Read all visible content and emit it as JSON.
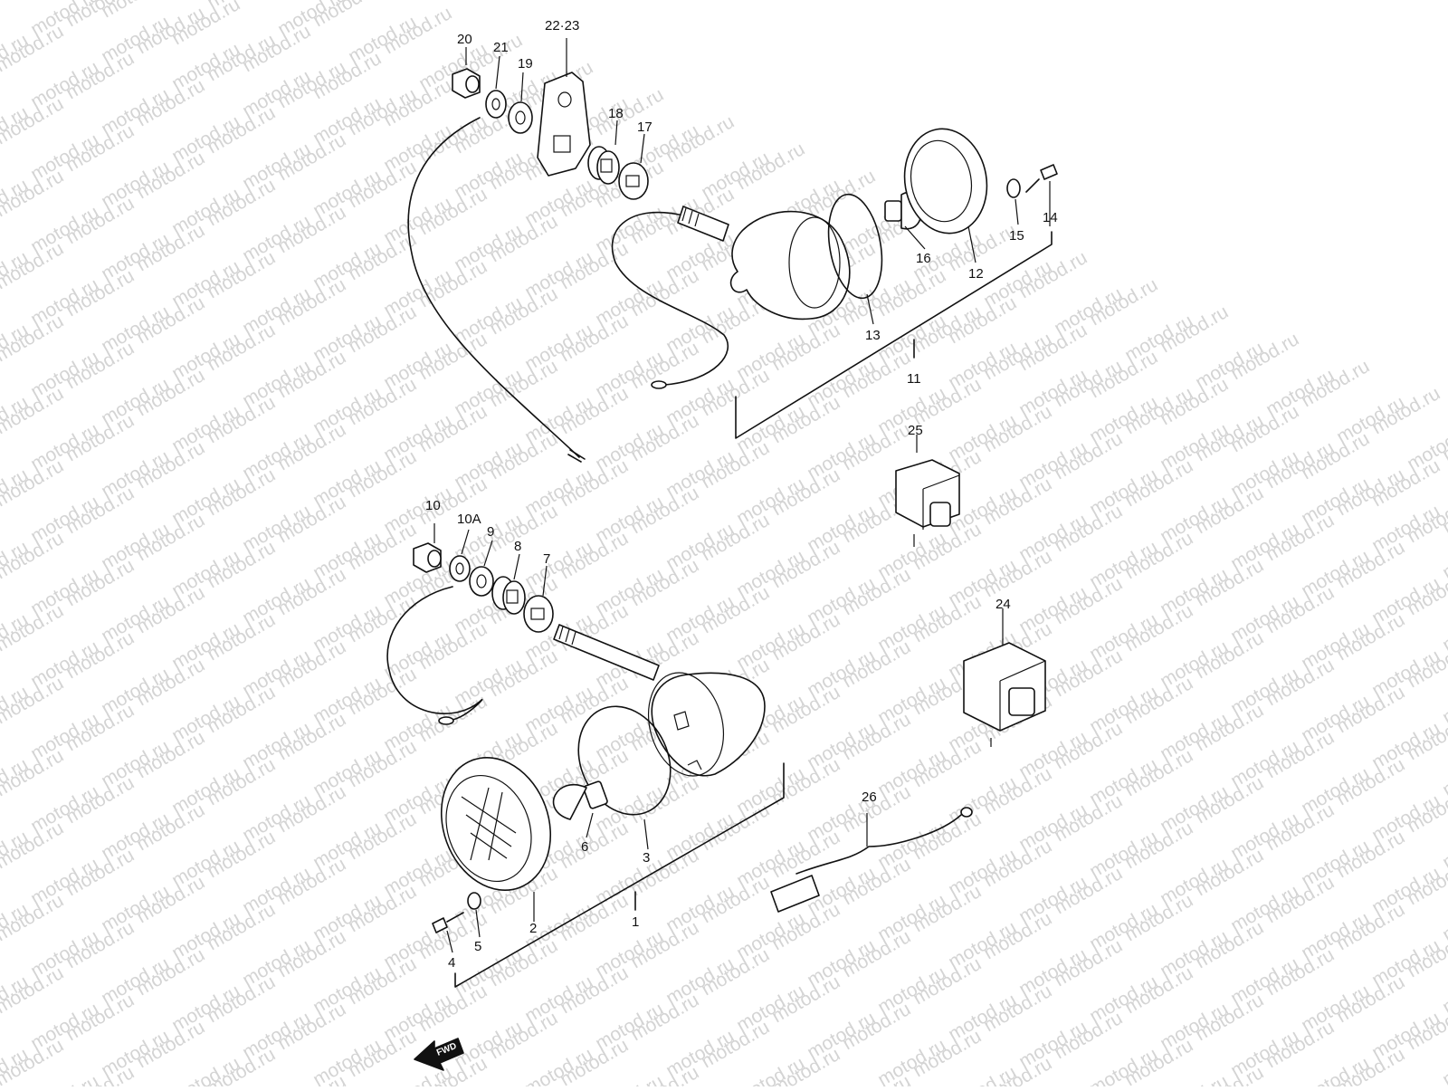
{
  "watermark": "motod.ru",
  "callouts": {
    "c1": "1",
    "c2": "2",
    "c3": "3",
    "c4": "4",
    "c5": "5",
    "c6": "6",
    "c7": "7",
    "c8": "8",
    "c9": "9",
    "c10": "10",
    "c10a": "10A",
    "c11": "11",
    "c12": "12",
    "c13": "13",
    "c14": "14",
    "c15": "15",
    "c16": "16",
    "c17": "17",
    "c18": "18",
    "c19": "19",
    "c20": "20",
    "c21": "21",
    "c2223": "22·23",
    "c24": "24",
    "c25": "25",
    "c26": "26"
  },
  "fwd_label": "FWD",
  "colors": {
    "line": "#111111",
    "watermark": "#d4d4d4",
    "background": "#ffffff"
  }
}
